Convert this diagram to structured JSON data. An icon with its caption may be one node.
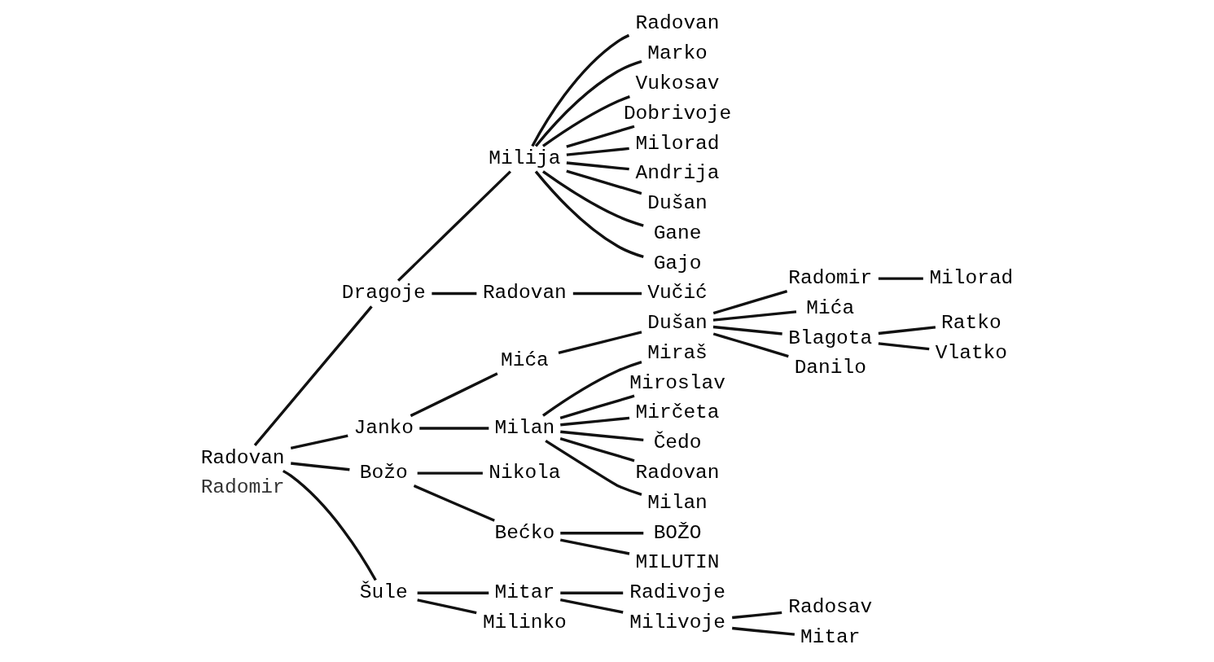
{
  "diagram": {
    "nodes": [
      {
        "text": [
          "Radovan"
        ]
      },
      {
        "text": [
          "Dragoje"
        ]
      },
      {
        "text": [
          "Janko"
        ]
      },
      {
        "text": [
          "Božo"
        ]
      },
      {
        "text": [
          "Šule"
        ]
      },
      {
        "text": [
          "Milija"
        ]
      },
      {
        "text": [
          "Radovan"
        ]
      },
      {
        "text": [
          "Mića"
        ]
      },
      {
        "text": [
          "Milan"
        ]
      },
      {
        "text": [
          "Nikola"
        ]
      },
      {
        "text": [
          "Bećko"
        ]
      },
      {
        "text": [
          "Mitar"
        ]
      },
      {
        "text": [
          "Milinko"
        ]
      },
      {
        "text": [
          "Radovan"
        ]
      },
      {
        "text": [
          "Marko"
        ]
      },
      {
        "text": [
          "Vukosav"
        ]
      },
      {
        "text": [
          "Dobrivoje"
        ]
      },
      {
        "text": [
          "Milorad"
        ]
      },
      {
        "text": [
          "Andrija"
        ]
      },
      {
        "text": [
          "Dušan"
        ]
      },
      {
        "text": [
          "Gane"
        ]
      },
      {
        "text": [
          "Gajo"
        ]
      },
      {
        "text": [
          "Vučić"
        ]
      },
      {
        "text": [
          "Dušan"
        ]
      },
      {
        "text": [
          "Radomir"
        ]
      },
      {
        "text": [
          "Mića"
        ]
      },
      {
        "text": [
          "Blagota"
        ]
      },
      {
        "text": [
          "Danilo"
        ]
      },
      {
        "text": [
          "Milorad"
        ]
      },
      {
        "text": [
          "Ratko"
        ]
      },
      {
        "text": [
          "Vlatko"
        ]
      },
      {
        "text": [
          "Miraš"
        ]
      },
      {
        "text": [
          "Miroslav"
        ]
      },
      {
        "text": [
          "Mirčeta"
        ]
      },
      {
        "text": [
          "Čedo"
        ]
      },
      {
        "text": [
          "Radovan"
        ]
      },
      {
        "text": [
          "Milan"
        ]
      },
      {
        "text": [
          "BOŽO"
        ]
      },
      {
        "text": [
          "MILUTIN"
        ]
      },
      {
        "text": [
          "Radivoje"
        ]
      },
      {
        "text": [
          "Milivoje"
        ]
      },
      {
        "text": [
          "Radosav"
        ]
      },
      {
        "text": [
          "Mitar"
        ]
      }
    ],
    "edges": [
      {
        "from": 0,
        "to": 1,
        "arrow": "none"
      },
      {
        "from": 0,
        "to": 2,
        "arrow": "none"
      },
      {
        "from": 0,
        "to": 3,
        "arrow": "none"
      },
      {
        "from": 0,
        "to": 4,
        "arrow": "none"
      },
      {
        "from": 1,
        "to": 5,
        "arrow": "none"
      },
      {
        "from": 1,
        "to": 6,
        "arrow": "none"
      },
      {
        "from": 2,
        "to": 7,
        "arrow": "none"
      },
      {
        "from": 2,
        "to": 8,
        "arrow": "none"
      },
      {
        "from": 3,
        "to": 9,
        "arrow": "none"
      },
      {
        "from": 3,
        "to": 10,
        "arrow": "none"
      },
      {
        "from": 4,
        "to": 11,
        "arrow": "none"
      },
      {
        "from": 4,
        "to": 12,
        "arrow": "none"
      },
      {
        "from": 5,
        "to": 13,
        "arrow": "none"
      },
      {
        "from": 5,
        "to": 14,
        "arrow": "none"
      },
      {
        "from": 5,
        "to": 15,
        "arrow": "none"
      },
      {
        "from": 5,
        "to": 16,
        "arrow": "none"
      },
      {
        "from": 5,
        "to": 17,
        "arrow": "none"
      },
      {
        "from": 5,
        "to": 18,
        "arrow": "none"
      },
      {
        "from": 5,
        "to": 19,
        "arrow": "none"
      },
      {
        "from": 5,
        "to": 20,
        "arrow": "none"
      },
      {
        "from": 5,
        "to": 21,
        "arrow": "none"
      },
      {
        "from": 6,
        "to": 22,
        "arrow": "none"
      },
      {
        "from": 7,
        "to": 23,
        "arrow": "none"
      },
      {
        "from": 23,
        "to": 24,
        "arrow": "none"
      },
      {
        "from": 23,
        "to": 25,
        "arrow": "none"
      },
      {
        "from": 23,
        "to": 26,
        "arrow": "none"
      },
      {
        "from": 23,
        "to": 27,
        "arrow": "none"
      },
      {
        "from": 24,
        "to": 28,
        "arrow": "none"
      },
      {
        "from": 26,
        "to": 29,
        "arrow": "none"
      },
      {
        "from": 26,
        "to": 30,
        "arrow": "none"
      },
      {
        "from": 8,
        "to": 31,
        "arrow": "none"
      },
      {
        "from": 8,
        "to": 32,
        "arrow": "none"
      },
      {
        "from": 8,
        "to": 33,
        "arrow": "none"
      },
      {
        "from": 8,
        "to": 34,
        "arrow": "none"
      },
      {
        "from": 8,
        "to": 35,
        "arrow": "none"
      },
      {
        "from": 8,
        "to": 36,
        "arrow": "none"
      },
      {
        "from": 10,
        "to": 37,
        "arrow": "none"
      },
      {
        "from": 10,
        "to": 38,
        "arrow": "none"
      },
      {
        "from": 11,
        "to": 39,
        "arrow": "none"
      },
      {
        "from": 11,
        "to": 40,
        "arrow": "none"
      },
      {
        "from": 40,
        "to": 41,
        "arrow": "none"
      },
      {
        "from": 40,
        "to": 42,
        "arrow": "none"
      }
    ],
    "labels": [
      "Radomir"
    ]
  }
}
